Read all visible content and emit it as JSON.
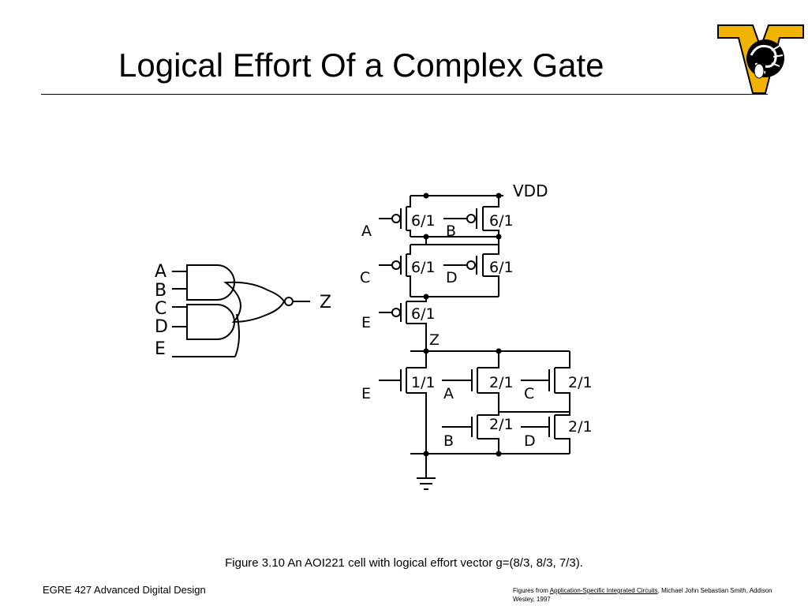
{
  "slide": {
    "title": "Logical Effort Of a Complex Gate",
    "caption": "Figure 3.10 An AOI221 cell with logical effort vector g=(8/3, 8/3, 7/3).",
    "footer_left": "EGRE 427 Advanced Digital Design",
    "footer_right": {
      "prefix": "Figures from ",
      "book": "Application-Specific Integrated Circuits",
      "suffix": ", Michael John Sebastian Smith, Addison Wesley, 1997"
    }
  },
  "colors": {
    "logo_gold": "#f0b400",
    "ink": "#000000"
  },
  "logo": {
    "icon": "ram-head-v-logo"
  },
  "gate_symbol": {
    "inputs": [
      "A",
      "B",
      "C",
      "D",
      "E"
    ],
    "output": "Z"
  },
  "transistor_schematic": {
    "supply": "VDD",
    "output_node": "Z",
    "pmos": [
      {
        "gate": "A",
        "size": "6/1"
      },
      {
        "gate": "B",
        "size": "6/1"
      },
      {
        "gate": "C",
        "size": "6/1"
      },
      {
        "gate": "D",
        "size": "6/1"
      },
      {
        "gate": "E",
        "size": "6/1"
      }
    ],
    "nmos": [
      {
        "gate": "E",
        "size": "1/1"
      },
      {
        "gate": "A",
        "size": "2/1"
      },
      {
        "gate": "B",
        "size": "2/1"
      },
      {
        "gate": "C",
        "size": "2/1"
      },
      {
        "gate": "D",
        "size": "2/1"
      }
    ]
  }
}
